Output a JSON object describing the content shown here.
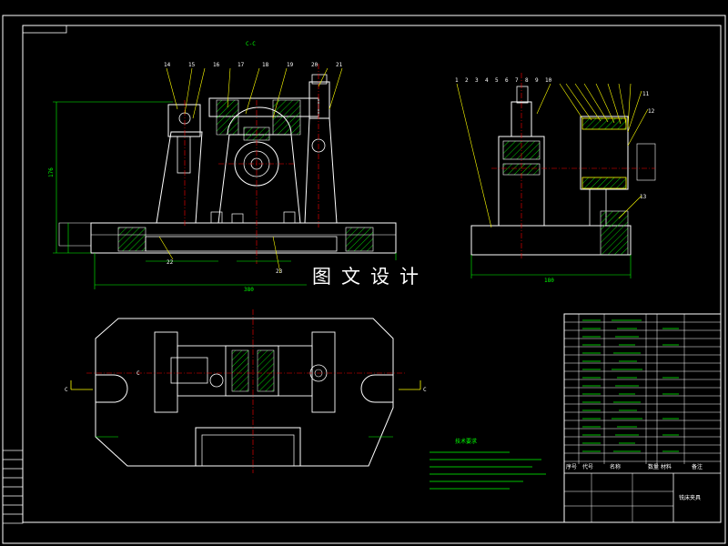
{
  "drawing": {
    "section_label": "C-C",
    "section_marker": "C",
    "watermark": "图文设计",
    "dimensions": {
      "front_width": "380",
      "front_height": "176",
      "side_width": "180"
    },
    "balloons": {
      "front": [
        "14",
        "15",
        "16",
        "17",
        "18",
        "19",
        "20",
        "21",
        "22",
        "23"
      ],
      "side": [
        "1",
        "2",
        "3",
        "4",
        "5",
        "6",
        "7",
        "8",
        "9",
        "10",
        "11",
        "12",
        "13"
      ]
    },
    "tech_title": "技术要求",
    "title_block": {
      "header": [
        "序号",
        "代号",
        "名称",
        "数量",
        "材料",
        "备注"
      ],
      "drawing_name": "铣床夹具"
    }
  },
  "colors": {
    "background": "#000000",
    "outline": "#ffffff",
    "geometry": "#ffffff",
    "dimension": "#00ff00",
    "centerline": "#ff0000",
    "hatch": "#00ff00",
    "leader": "#ffff00",
    "text": "#ffffff"
  }
}
